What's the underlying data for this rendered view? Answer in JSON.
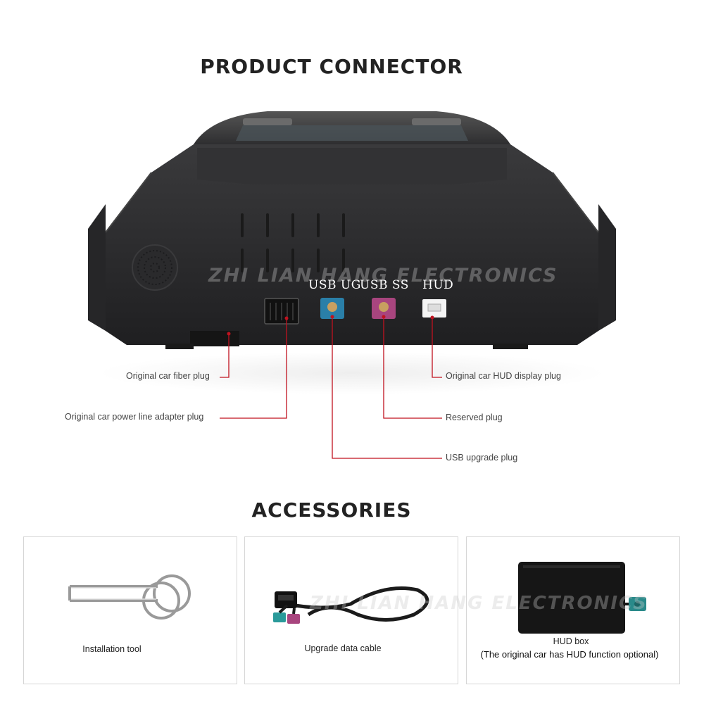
{
  "headings": {
    "product_connector": "PRODUCT CONNECTOR",
    "accessories": "ACCESSORIES"
  },
  "watermark": "ZHI LIAN HANG ELECTRONICS",
  "ports": {
    "usb_ug": "USB UG",
    "usb_ss": "USB SS",
    "hud": "HUD"
  },
  "callouts": {
    "fiber": "Original car fiber plug",
    "power": "Original car power line adapter plug",
    "hud_display": "Original car HUD display plug",
    "reserved": "Reserved plug",
    "usb_upgrade": "USB upgrade plug"
  },
  "accessories": [
    {
      "caption": "Installation tool",
      "note": ""
    },
    {
      "caption": "Upgrade data cable",
      "note": ""
    },
    {
      "caption": "HUD box",
      "note": "(The original car has HUD function optional)"
    }
  ],
  "colors": {
    "callout_line": "#c0121f",
    "usb_ug_connector": "#2a7fa8",
    "usb_ss_connector": "#a8457e",
    "device_body": "#2b2b2d"
  }
}
